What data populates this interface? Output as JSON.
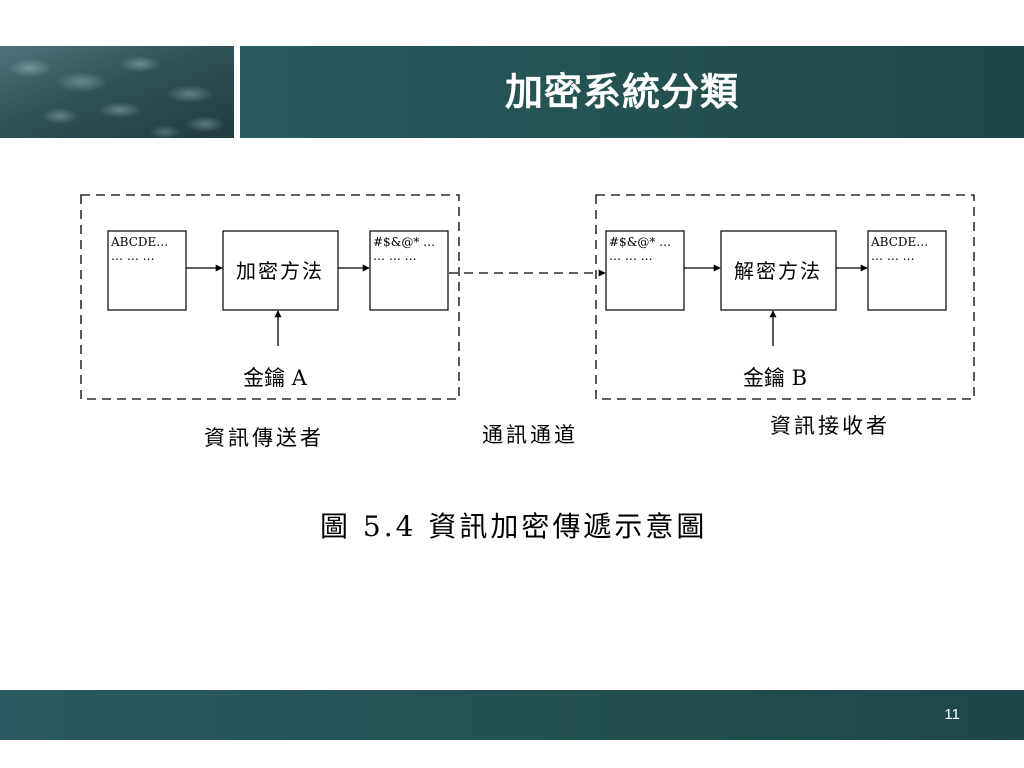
{
  "slide": {
    "title": "加密系統分類",
    "number": "11"
  },
  "diagram": {
    "sender": {
      "plaintext_line1": "ABCDE…",
      "plaintext_line2": "… … …",
      "method": "加密方法",
      "ciphertext_line1": "#$&@* …",
      "ciphertext_line2": "… … …",
      "key": "金鑰 A",
      "label": "資訊傳送者"
    },
    "channel": {
      "label": "通訊通道"
    },
    "receiver": {
      "ciphertext_line1": "#$&@* …",
      "ciphertext_line2": "… … …",
      "method": "解密方法",
      "plaintext_line1": "ABCDE…",
      "plaintext_line2": "… … …",
      "key": "金鑰 B",
      "label": "資訊接收者"
    },
    "figure_caption": "圖 5.4 資訊加密傳遞示意圖"
  },
  "colors": {
    "header": "#23504f",
    "footer": "#23504f",
    "title_text": "#ffffff"
  }
}
